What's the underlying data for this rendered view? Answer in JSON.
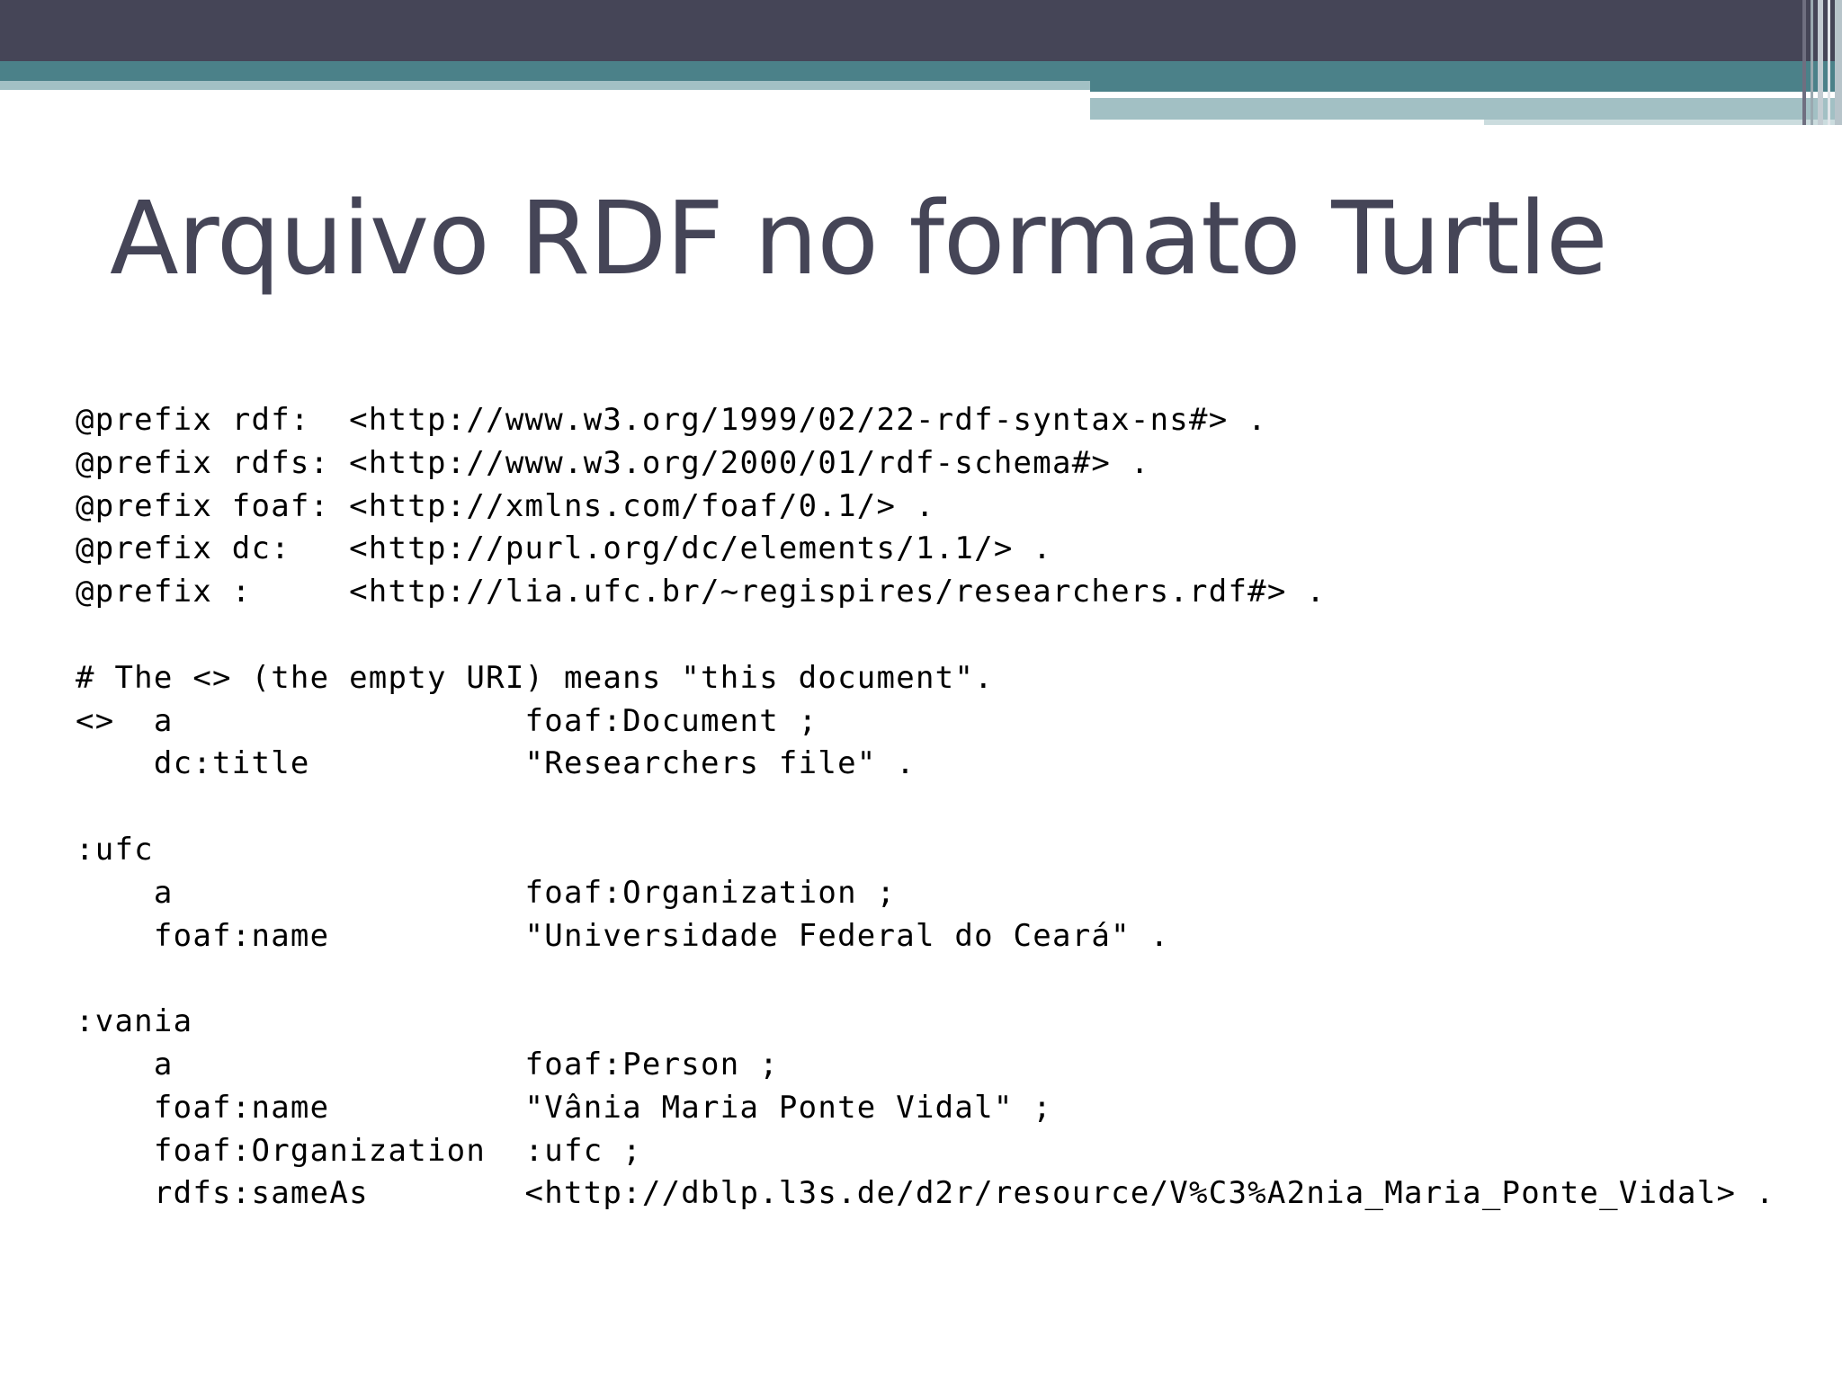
{
  "slide": {
    "title": "Arquivo RDF no formato Turtle",
    "code_lines": [
      "@prefix rdf:  <http://www.w3.org/1999/02/22-rdf-syntax-ns#> .",
      "@prefix rdfs: <http://www.w3.org/2000/01/rdf-schema#> .",
      "@prefix foaf: <http://xmlns.com/foaf/0.1/> .",
      "@prefix dc:   <http://purl.org/dc/elements/1.1/> .",
      "@prefix :     <http://lia.ufc.br/~regispires/researchers.rdf#> .",
      "",
      "# The <> (the empty URI) means \"this document\".",
      "<>  a                  foaf:Document ;",
      "    dc:title           \"Researchers file\" .",
      "",
      ":ufc",
      "    a                  foaf:Organization ;",
      "    foaf:name          \"Universidade Federal do Ceará\" .",
      "",
      ":vania",
      "    a                  foaf:Person ;",
      "    foaf:name          \"Vânia Maria Ponte Vidal\" ;",
      "    foaf:Organization  :ufc ;",
      "    rdfs:sameAs        <http://dblp.l3s.de/d2r/resource/V%C3%A2nia_Maria_Ponte_Vidal> ."
    ]
  },
  "theme": {
    "header_dark": "#454557",
    "header_teal": "#4b8189",
    "header_light": "#a2c0c4",
    "title_color": "#454557",
    "text_color": "#000000"
  }
}
